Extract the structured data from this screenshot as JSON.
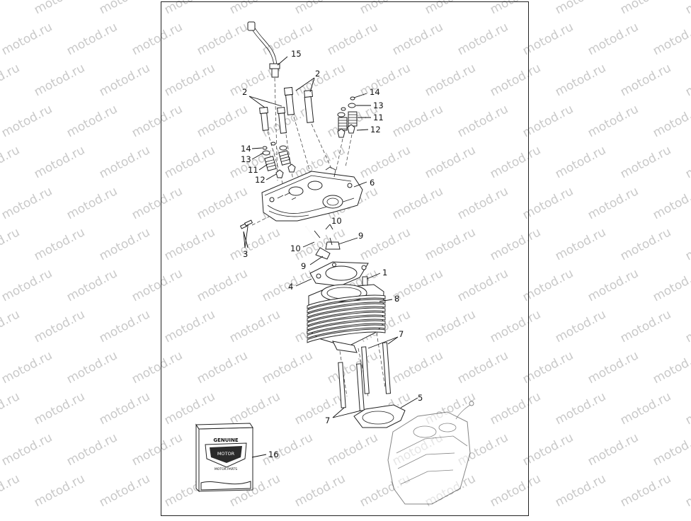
{
  "watermark": "motod.ru",
  "callouts": [
    "15",
    "2",
    "2",
    "14",
    "13",
    "11",
    "12",
    "14",
    "13",
    "11",
    "12",
    "6",
    "3",
    "10",
    "10",
    "9",
    "9",
    "1",
    "4",
    "8",
    "7",
    "7",
    "5",
    "16"
  ],
  "badge": {
    "top": "GENUINE",
    "middle": "MOTOR",
    "bottom": "MOTOR PARTS"
  }
}
